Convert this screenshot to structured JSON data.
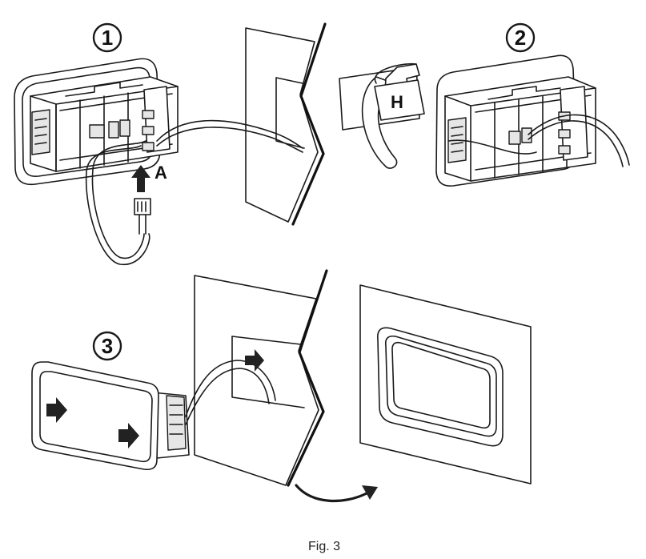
{
  "figure": {
    "caption": "Fig. 3",
    "steps": [
      "1",
      "2",
      "3"
    ],
    "labels": {
      "connector": "A",
      "hook": "H"
    }
  }
}
